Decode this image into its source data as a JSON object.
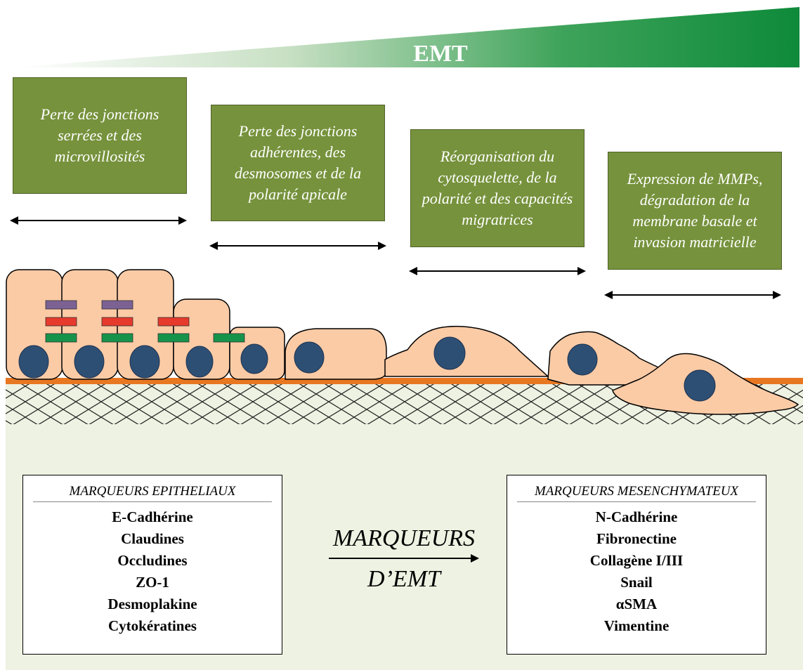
{
  "gradient_label": "EMT",
  "stages": [
    {
      "label": "Perte des jonctions serrées et des microvillosités"
    },
    {
      "label": "Perte des jonctions adhérentes, des desmosomes et de la polarité apicale"
    },
    {
      "label": "Réorganisation du cytosquelette, de la polarité et des capacités migratrices"
    },
    {
      "label": "Expression de MMPs, dégradation de la membrane basale et invasion matricielle"
    }
  ],
  "epithelial_markers": {
    "title": "MARQUEURS EPITHELIAUX",
    "items": [
      "E-Cadhérine",
      "Claudines",
      "Occludines",
      "ZO-1",
      "Desmoplakine",
      "Cytokératines"
    ]
  },
  "mesenchymal_markers": {
    "title": "MARQUEURS MESENCHYMATEUX",
    "items": [
      "N-Cadhérine",
      "Fibronectine",
      "Collagène I/III",
      "Snail",
      "αSMA",
      "Vimentine"
    ]
  },
  "center": {
    "line1": "MARQUEURS",
    "line2": "D’EMT"
  },
  "colors": {
    "stage_box": "#76923c",
    "gradient_start": "#ffffff",
    "gradient_end": "#0e8a3a",
    "cell": "#fbcba6",
    "nucleus": "#2e4f74",
    "basement_membrane": "#e87722",
    "tight_junction": "#7b6293",
    "adherens_junction": "#e63a2c",
    "desmosome": "#16934a"
  }
}
